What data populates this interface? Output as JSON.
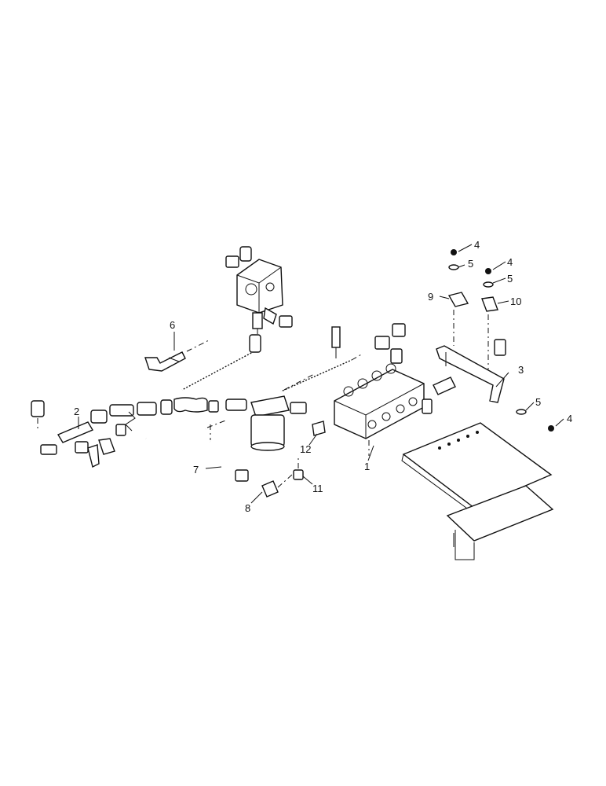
{
  "diagram": {
    "callouts": [
      {
        "id": "c1",
        "label": "1"
      },
      {
        "id": "c2",
        "label": "2"
      },
      {
        "id": "c3",
        "label": "3"
      },
      {
        "id": "c4a",
        "label": "4"
      },
      {
        "id": "c4b",
        "label": "4"
      },
      {
        "id": "c4c",
        "label": "4"
      },
      {
        "id": "c5a",
        "label": "5"
      },
      {
        "id": "c5b",
        "label": "5"
      },
      {
        "id": "c5c",
        "label": "5"
      },
      {
        "id": "c6",
        "label": "6"
      },
      {
        "id": "c7",
        "label": "7"
      },
      {
        "id": "c8",
        "label": "8"
      },
      {
        "id": "c9",
        "label": "9"
      },
      {
        "id": "c10",
        "label": "10"
      },
      {
        "id": "c11",
        "label": "11"
      },
      {
        "id": "c12",
        "label": "12"
      }
    ]
  }
}
